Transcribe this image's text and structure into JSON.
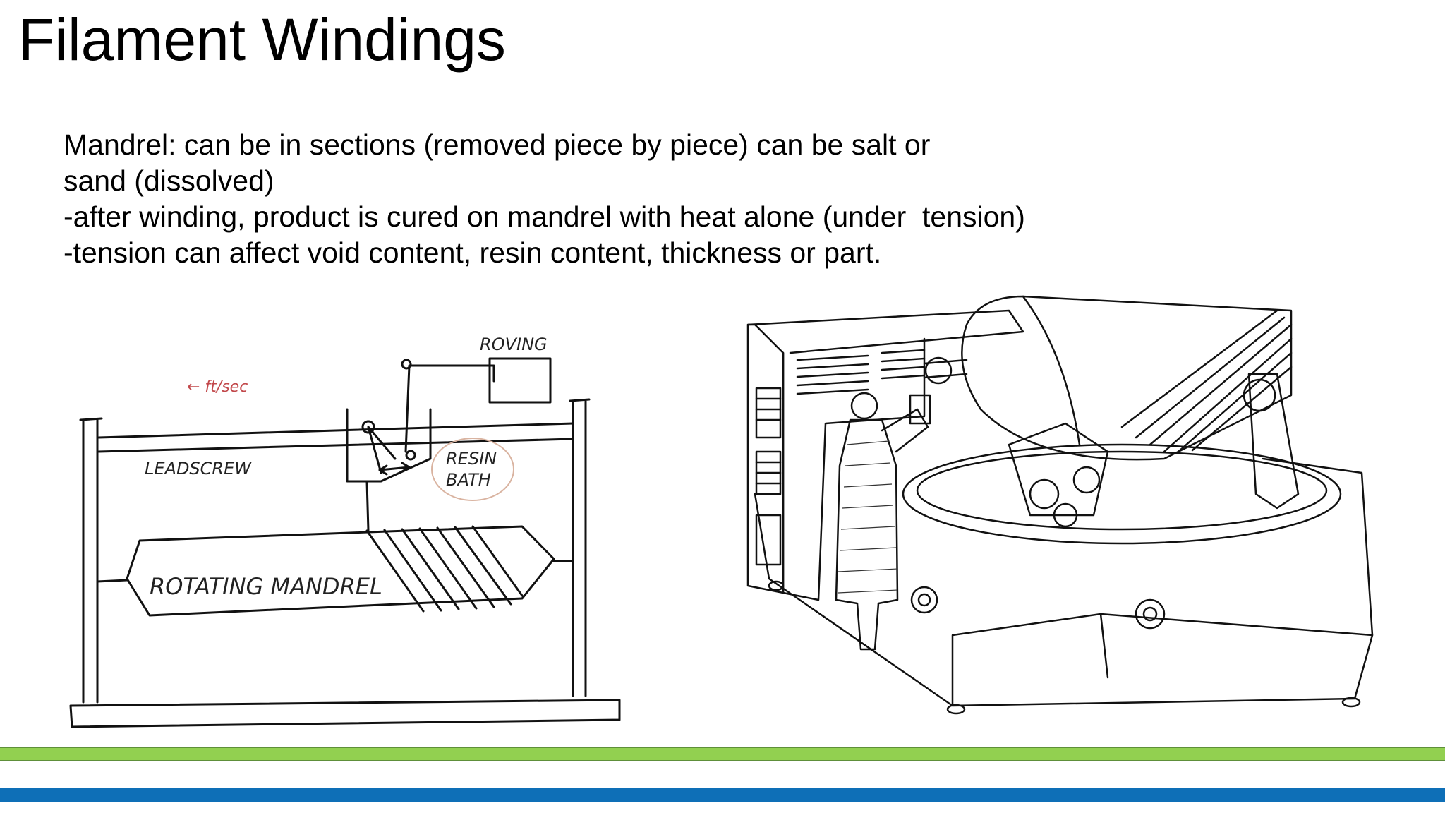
{
  "slide": {
    "title": "Filament Windings",
    "body": {
      "line1": "Mandrel: can be in sections (removed piece by piece) can be salt or",
      "line2": "sand (dissolved)",
      "line3": "-after winding, product is cured on mandrel with heat alone (under  tension)",
      "line4": "-tension can affect void content, resin content, thickness or part."
    },
    "sketch": {
      "label_roving": "ROVING",
      "label_leadscrew": "LEADSCREW",
      "label_resin_bath_1": "RESIN",
      "label_resin_bath_2": "BATH",
      "label_mandrel": "ROTATING MANDREL",
      "annotation_speed": "← ft/sec"
    }
  },
  "colors": {
    "green_bar": "#92d050",
    "blue_bar": "#0e6fb7"
  }
}
